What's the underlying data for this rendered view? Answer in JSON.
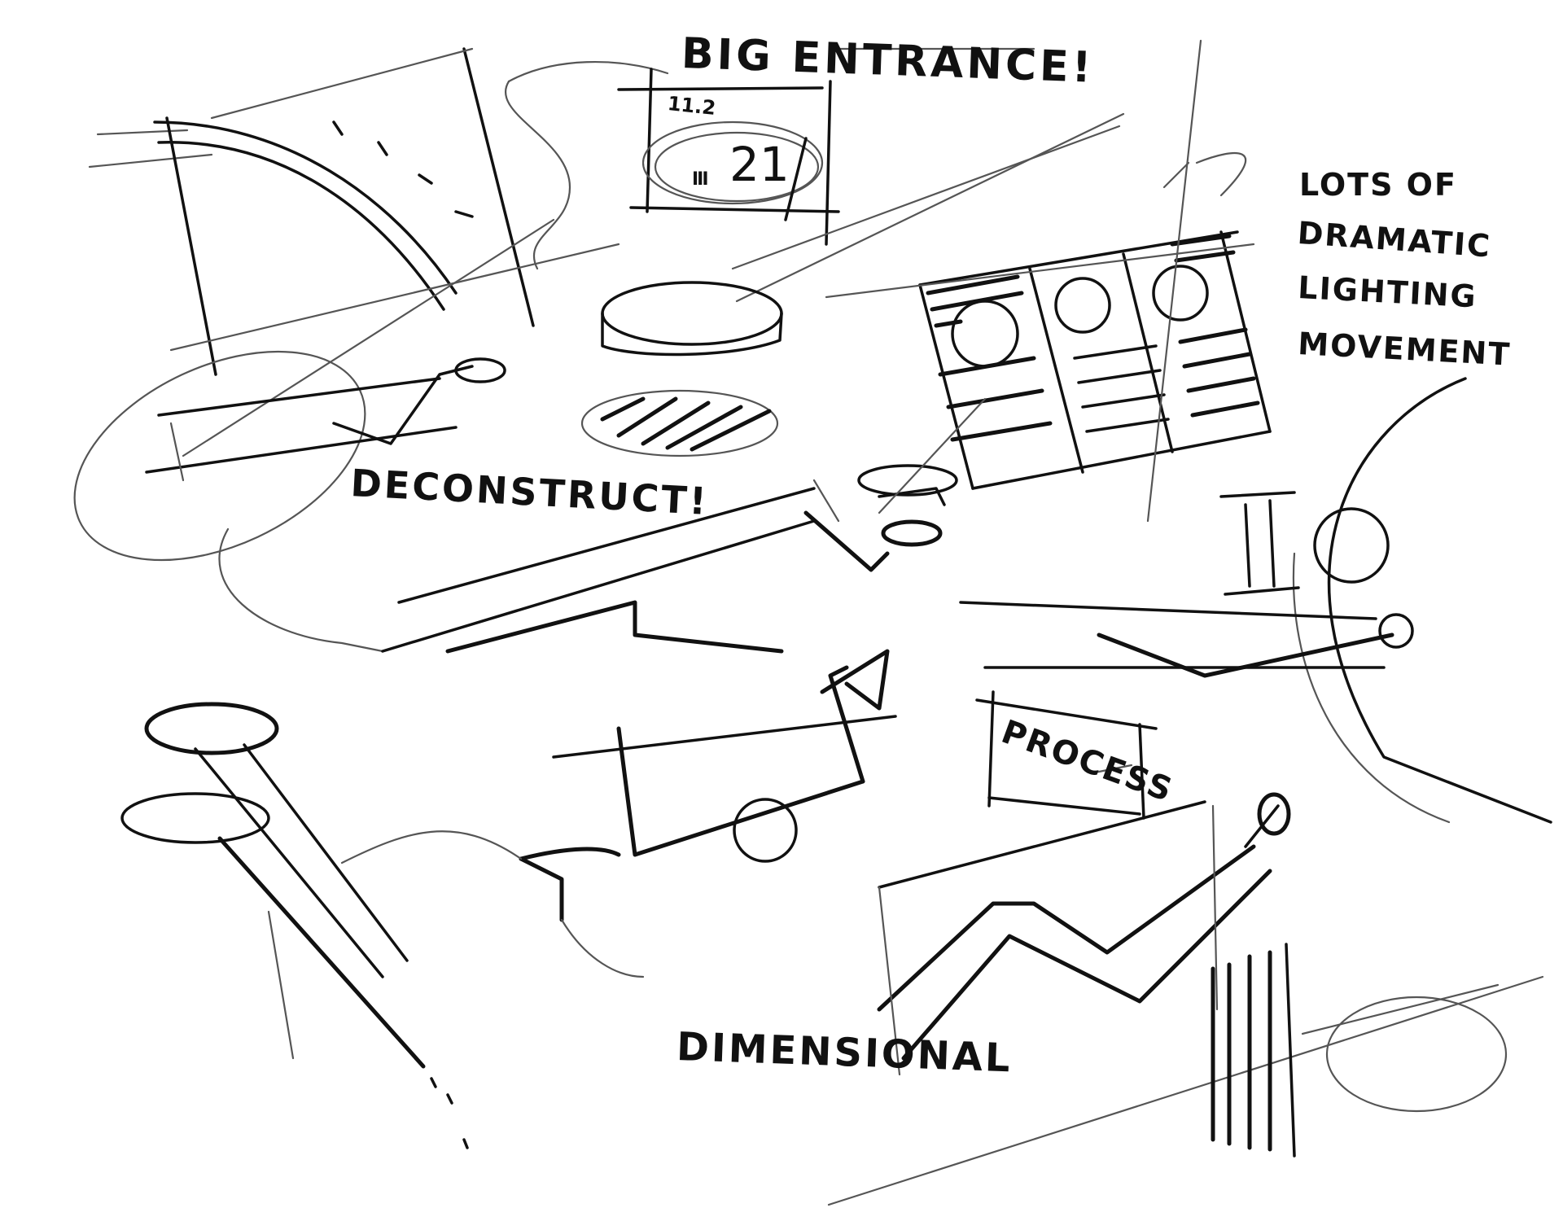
{
  "annotations": {
    "big_entrance": "BIG ENTRANCE!",
    "deconstruct": "DECONSTRUCT!",
    "dimensional": "DIMENSIONAL",
    "lighting": {
      "line1": "LOTS OF",
      "line2": "DRAMATIC",
      "line3": "LIGHTING",
      "line4": "MOVEMENT"
    },
    "process": "PROCESS",
    "sign_number": "21",
    "sign_small": "11.2",
    "sign_tick": "III"
  },
  "ink_color": "#111111"
}
